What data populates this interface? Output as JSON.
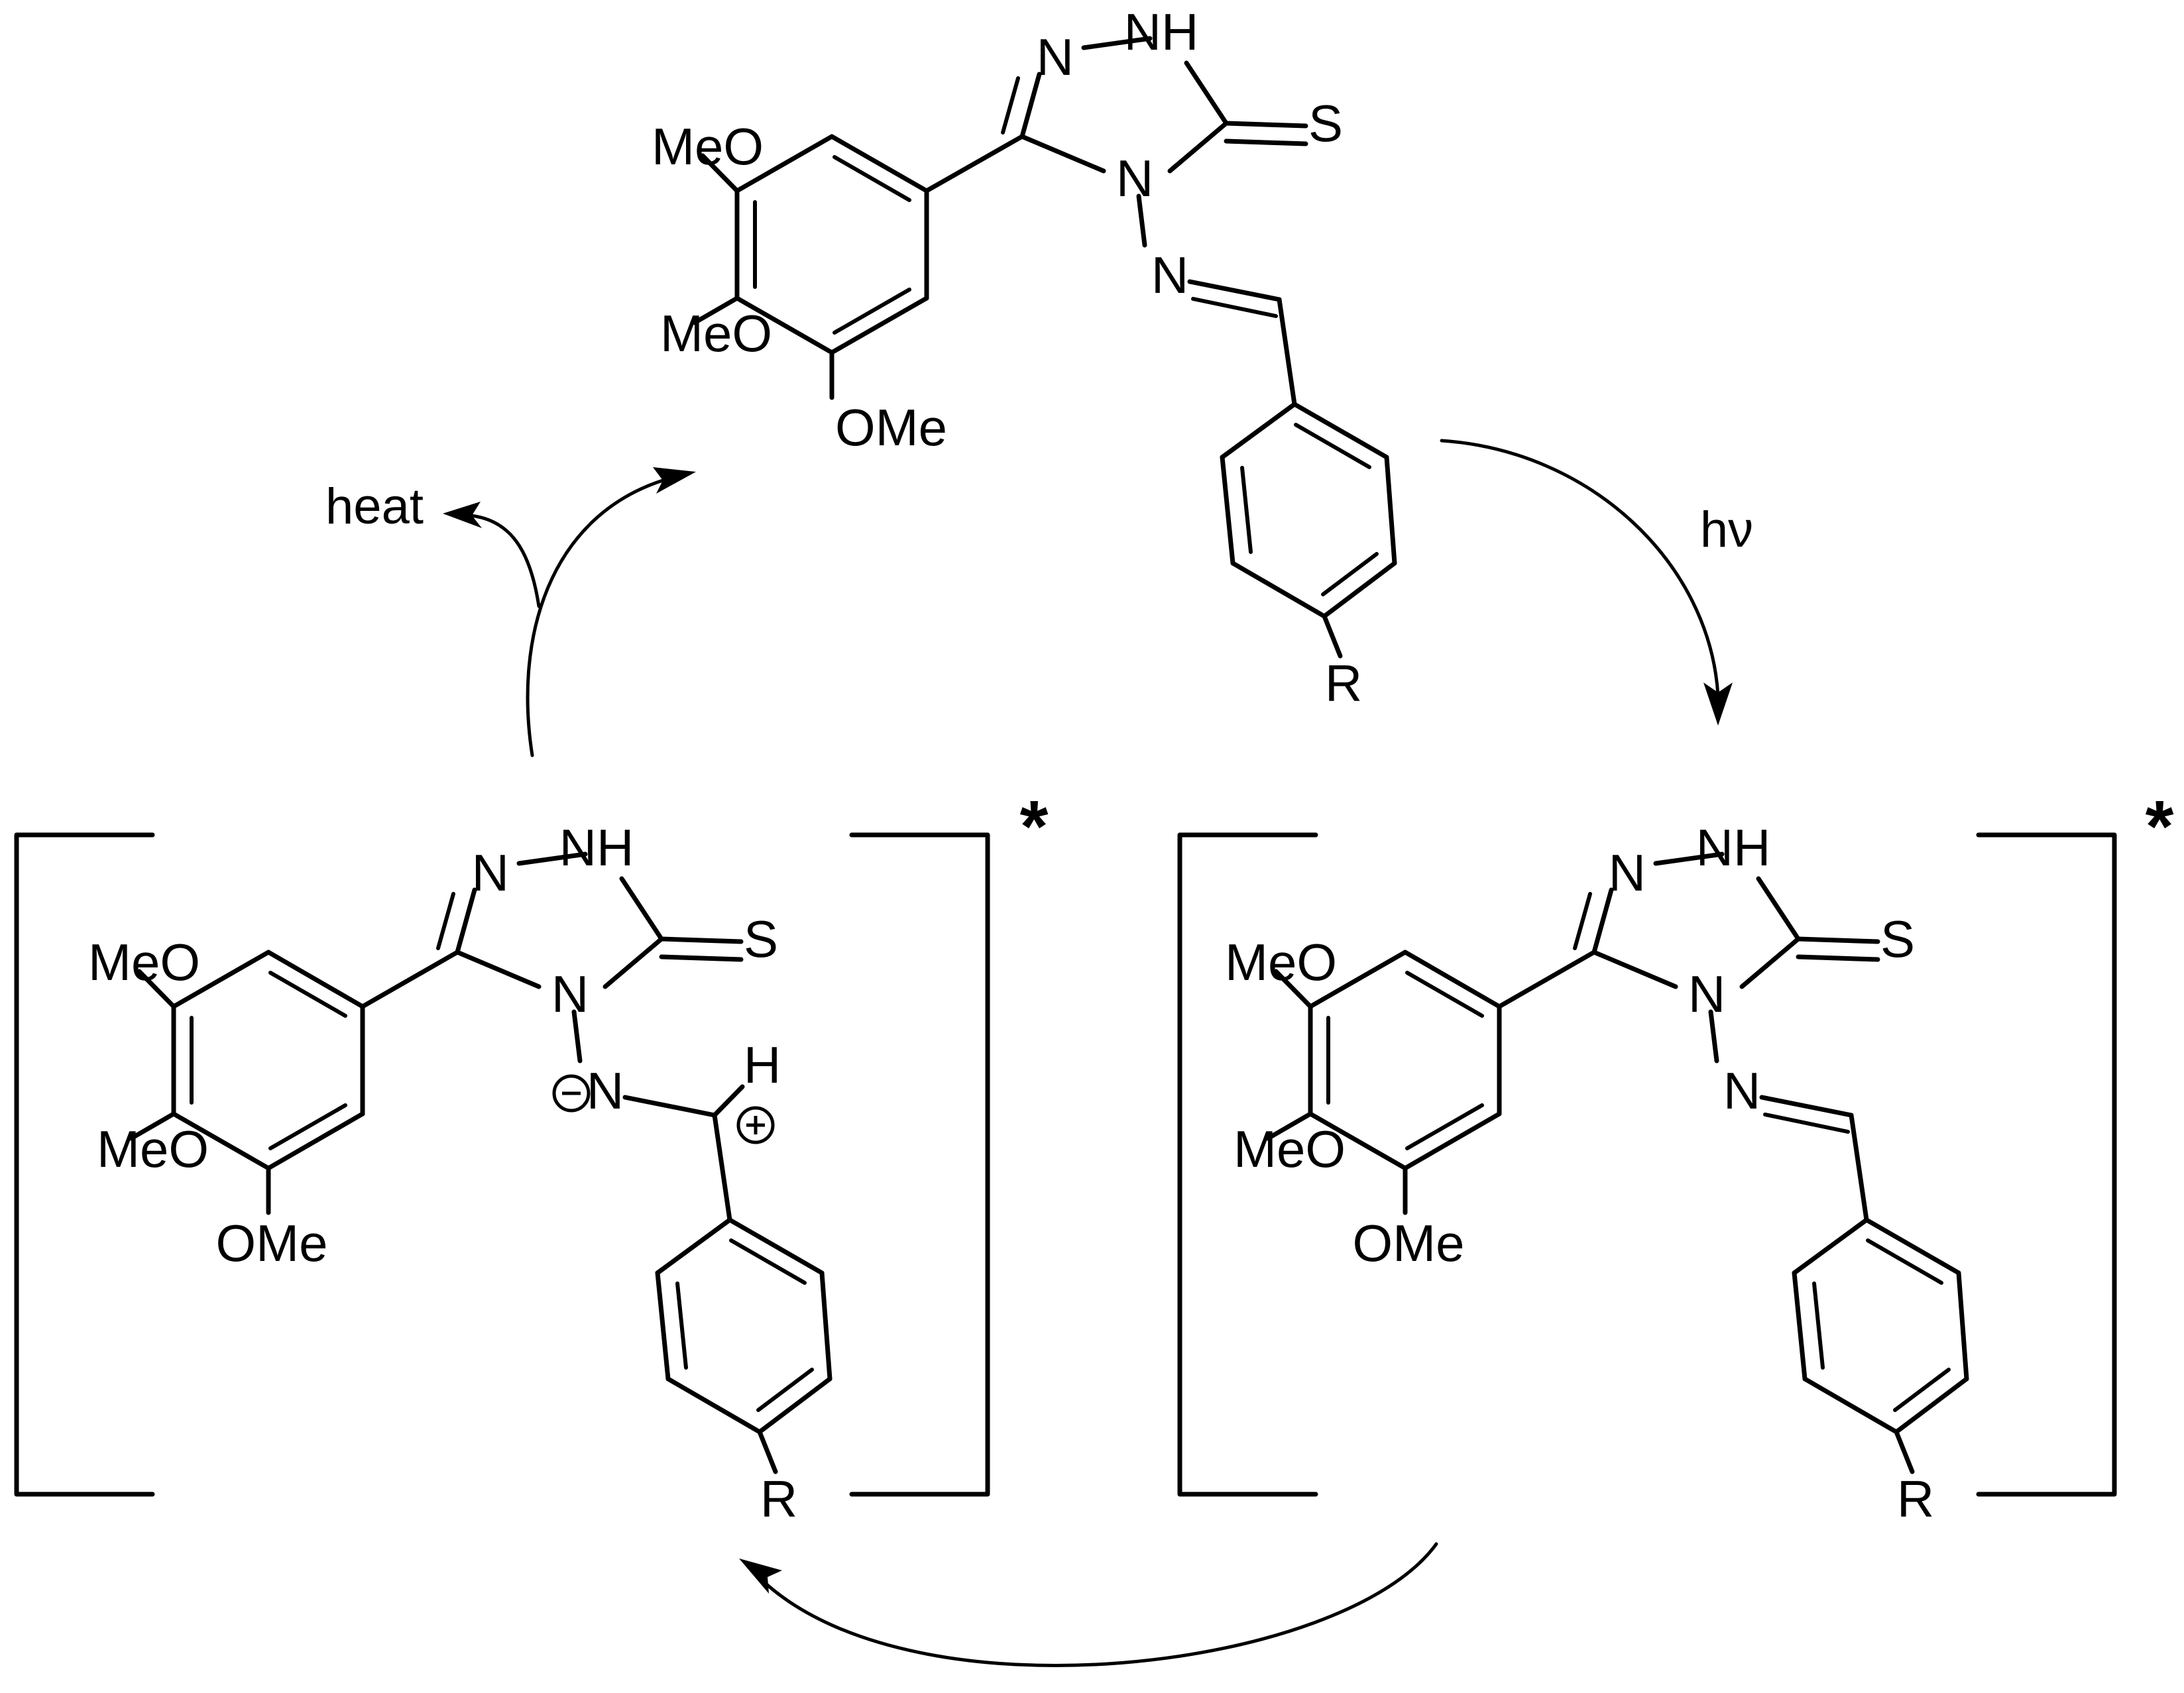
{
  "atoms": {
    "n1": "N",
    "nh": "NH",
    "s": "S",
    "n4": "N",
    "n_imine": "N",
    "meo": "MeO",
    "ome": "OMe",
    "r": "R",
    "h": "H"
  },
  "labels": {
    "heat": "heat",
    "hv": "hν",
    "excited_mark": "*"
  },
  "charges": {
    "minus": "−",
    "plus": "+"
  }
}
